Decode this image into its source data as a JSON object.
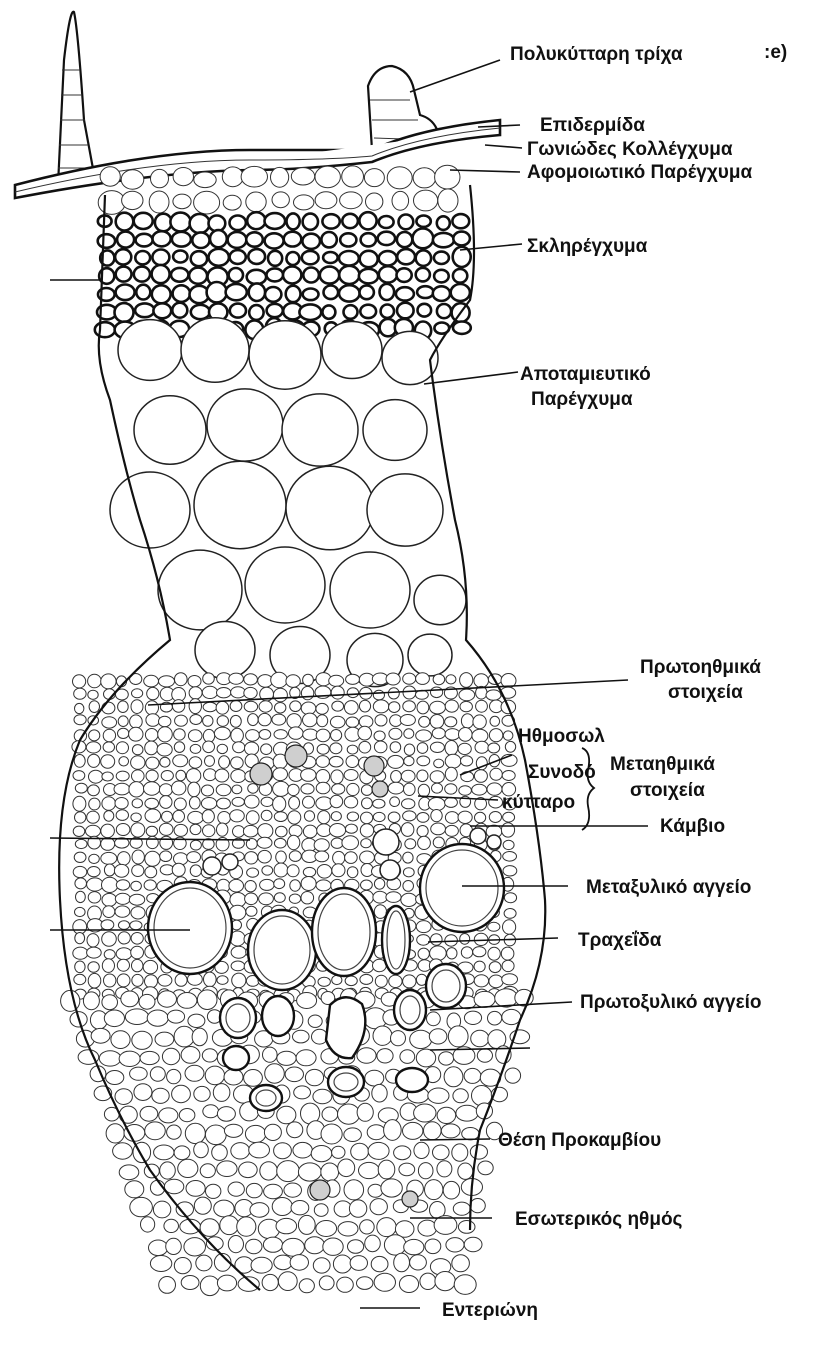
{
  "labels": {
    "multicellular_hair": "Πολυκύτταρη τρίχα",
    "hair_fragment": ":e)",
    "epidermis": "Επιδερμίδα",
    "angular_collenchyma": "Γωνιώδες Κολλέγχυμα",
    "assimilating_parenchyma": "Αφομοιωτικό Παρέγχυμα",
    "sclerenchyma": "Σκληρέγχυμα",
    "storage_parenchyma_1": "Αποταμιευτικό",
    "storage_parenchyma_2": "Παρέγχυμα",
    "protophloem_1": "Πρωτοηθμικά",
    "protophloem_2": "στοιχεία",
    "sieve_tube": "Ηθμοσωλ",
    "companion_cell_1": "Συνοδό",
    "companion_cell_2": "κύτταρο",
    "metaphloem_1": "Μεταηθμικά",
    "metaphloem_2": "στοιχεία",
    "cambium": "Κάμβιο",
    "metaxylem_vessel": "Μεταξυλικό αγγείο",
    "tracheid": "Τραχεΐδα",
    "protoxylem_vessel": "Πρωτοξυλικό αγγείο",
    "procambium_position": "Θέση Προκαμβίου",
    "internal_phloem": "Εσωτερικός ηθμός",
    "pith": "Εντεριώνη"
  },
  "colors": {
    "ink": "#111111",
    "background": "#ffffff",
    "phloem_fill": "#cfcfcf"
  }
}
